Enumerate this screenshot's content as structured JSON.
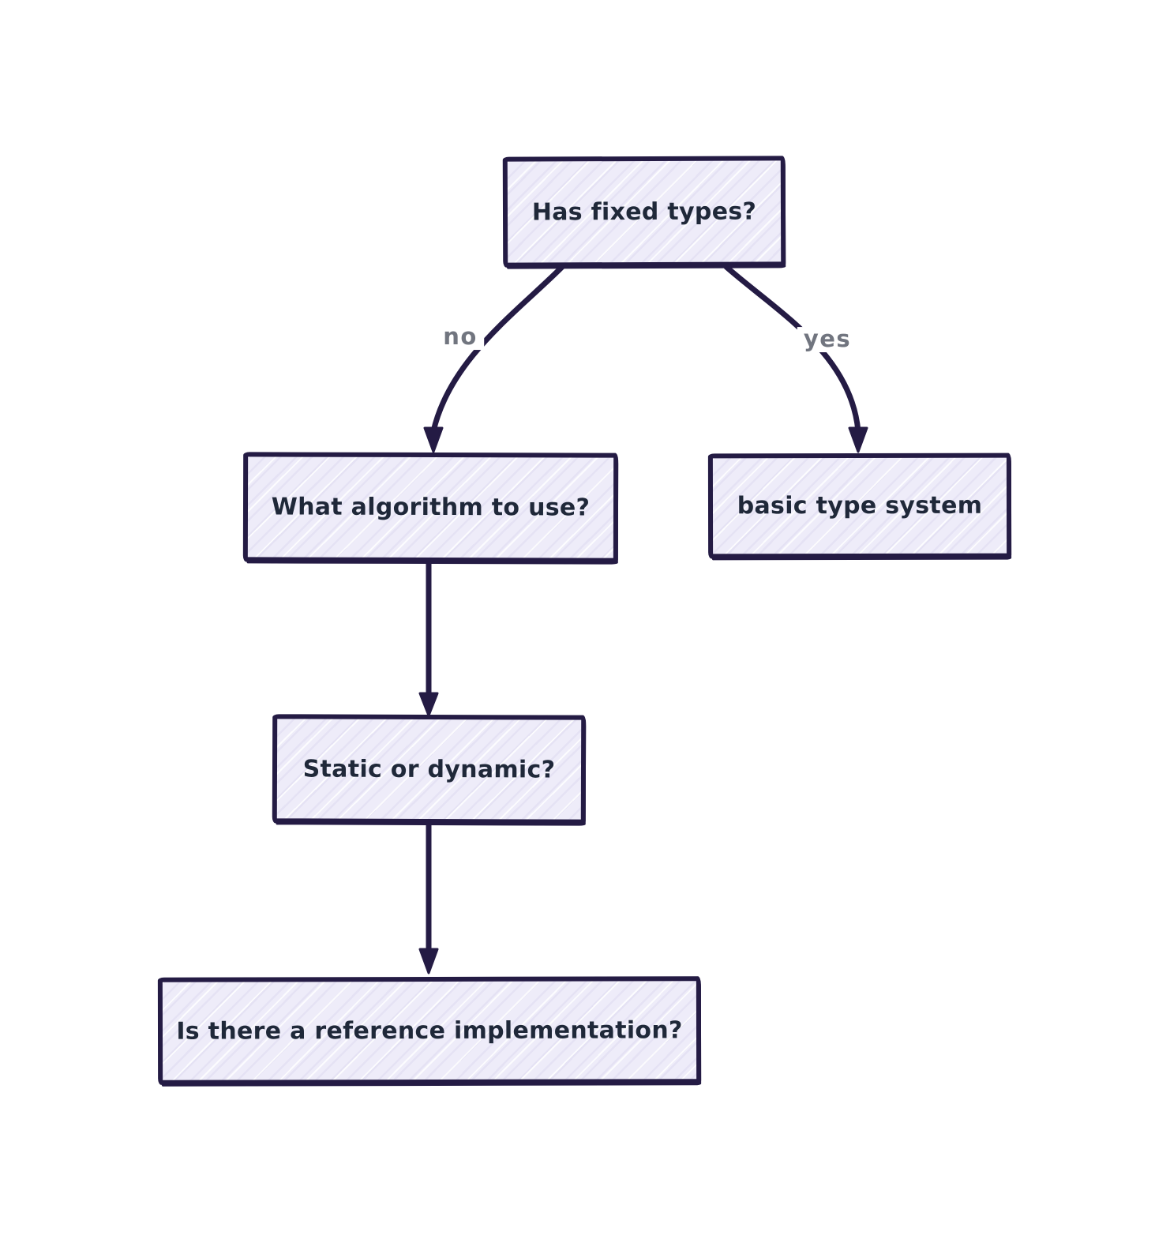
{
  "colors": {
    "background": "#ffffff",
    "node_fill": "#eeecf9",
    "node_border": "#241b44",
    "node_text": "#1f2839",
    "edge_stroke": "#241b44",
    "edge_label": "#71757f",
    "hatch": "rgba(110,96,180,0.07)"
  },
  "diagram": {
    "type": "flowchart",
    "nodes": {
      "has_fixed_types": {
        "label": "Has fixed types?"
      },
      "what_algorithm": {
        "label": "What algorithm to use?"
      },
      "basic_type_system": {
        "label": "basic type system"
      },
      "static_or_dynamic": {
        "label": "Static or dynamic?"
      },
      "reference_implementation": {
        "label": "Is there a reference implementation?"
      }
    },
    "edges": {
      "no": {
        "label": "no",
        "from": "has_fixed_types",
        "to": "what_algorithm"
      },
      "yes": {
        "label": "yes",
        "from": "has_fixed_types",
        "to": "basic_type_system"
      },
      "algorithm_to_static": {
        "label": "",
        "from": "what_algorithm",
        "to": "static_or_dynamic"
      },
      "static_to_reference": {
        "label": "",
        "from": "static_or_dynamic",
        "to": "reference_implementation"
      }
    }
  }
}
